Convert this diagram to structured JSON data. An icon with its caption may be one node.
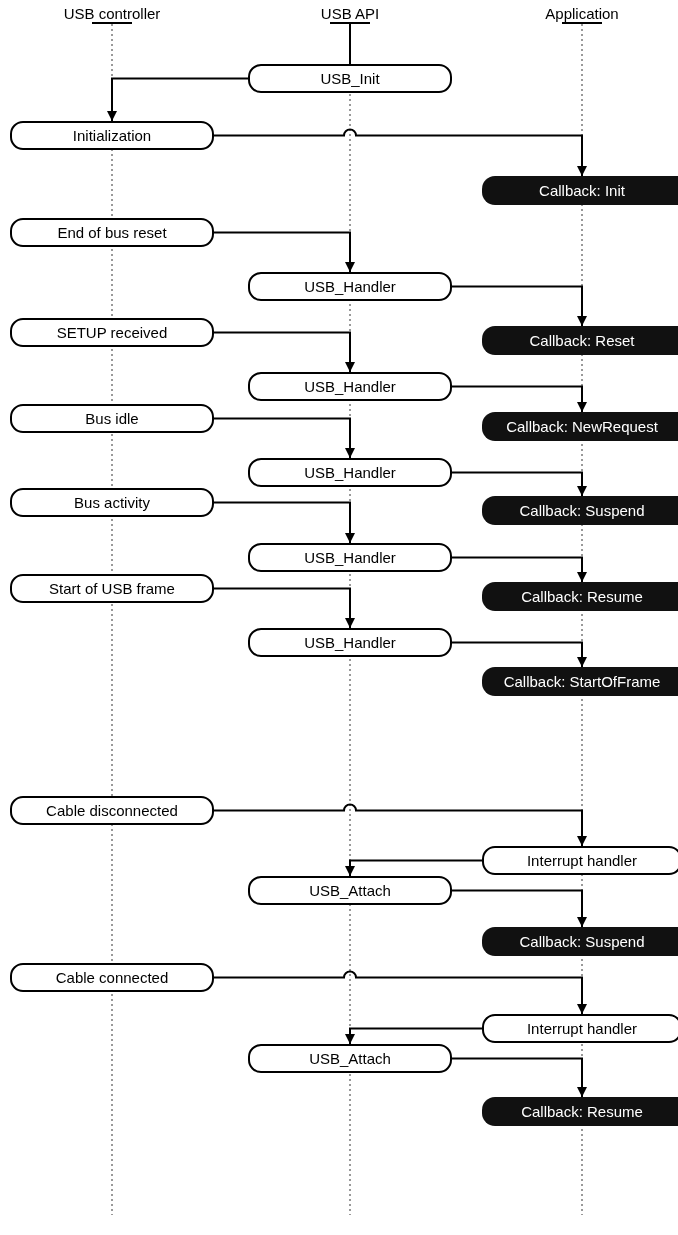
{
  "diagram": {
    "nodes": [
      {
        "text": [
          "USB controller"
        ]
      },
      {
        "text": [
          "USB API"
        ]
      },
      {
        "text": [
          "Application"
        ]
      },
      {
        "text": [
          "USB_Init"
        ]
      },
      {
        "text": [
          "Initialization"
        ]
      },
      {
        "text": [
          "Callback: Init"
        ]
      },
      {
        "text": [
          "End of bus reset"
        ]
      },
      {
        "text": [
          "USB_Handler"
        ]
      },
      {
        "text": [
          "SETUP received"
        ]
      },
      {
        "text": [
          "Callback: Reset"
        ]
      },
      {
        "text": [
          "USB_Handler"
        ]
      },
      {
        "text": [
          "Bus idle"
        ]
      },
      {
        "text": [
          "Callback: NewRequest"
        ]
      },
      {
        "text": [
          "USB_Handler"
        ]
      },
      {
        "text": [
          "Bus activity"
        ]
      },
      {
        "text": [
          "Callback: Suspend"
        ]
      },
      {
        "text": [
          "USB_Handler"
        ]
      },
      {
        "text": [
          "Start of USB frame"
        ]
      },
      {
        "text": [
          "Callback: Resume"
        ]
      },
      {
        "text": [
          "USB_Handler"
        ]
      },
      {
        "text": [
          "Callback: StartOfFrame"
        ]
      },
      {
        "text": [
          "Cable disconnected"
        ]
      },
      {
        "text": [
          "Interrupt handler"
        ]
      },
      {
        "text": [
          "USB_Attach"
        ]
      },
      {
        "text": [
          "Callback: Suspend"
        ]
      },
      {
        "text": [
          "Cable connected"
        ]
      },
      {
        "text": [
          "Interrupt handler"
        ]
      },
      {
        "text": [
          "USB_Attach"
        ]
      },
      {
        "text": [
          "Callback: Resume"
        ]
      }
    ],
    "edges": [
      {
        "from": 1,
        "to": 3,
        "arrow": "none"
      },
      {
        "from": 3,
        "to": 4,
        "arrow": "to"
      },
      {
        "from": 4,
        "to": 5,
        "arrow": "to"
      },
      {
        "from": 6,
        "to": 7,
        "arrow": "to"
      },
      {
        "from": 7,
        "to": 9,
        "arrow": "to"
      },
      {
        "from": 8,
        "to": 10,
        "arrow": "to"
      },
      {
        "from": 10,
        "to": 12,
        "arrow": "to"
      },
      {
        "from": 11,
        "to": 13,
        "arrow": "to"
      },
      {
        "from": 13,
        "to": 15,
        "arrow": "to"
      },
      {
        "from": 14,
        "to": 16,
        "arrow": "to"
      },
      {
        "from": 16,
        "to": 18,
        "arrow": "to"
      },
      {
        "from": 17,
        "to": 19,
        "arrow": "to"
      },
      {
        "from": 19,
        "to": 20,
        "arrow": "to"
      },
      {
        "from": 21,
        "to": 22,
        "arrow": "to"
      },
      {
        "from": 22,
        "to": 23,
        "arrow": "to"
      },
      {
        "from": 23,
        "to": 24,
        "arrow": "to"
      },
      {
        "from": 25,
        "to": 26,
        "arrow": "to"
      },
      {
        "from": 26,
        "to": 27,
        "arrow": "to"
      },
      {
        "from": 27,
        "to": 28,
        "arrow": "to"
      }
    ]
  }
}
